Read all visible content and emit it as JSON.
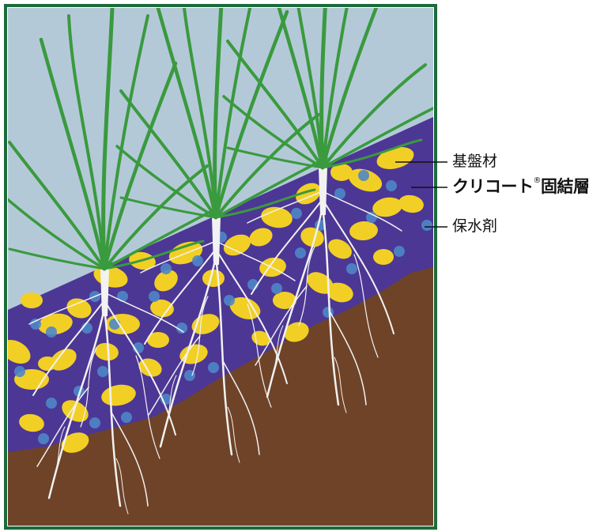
{
  "labels": {
    "substrate": "基盤材",
    "layer_name": "クリコート",
    "layer_registered": "®",
    "layer_suffix": "固結層",
    "water_retainer": "保水剤"
  },
  "colors": {
    "frame": "#1d6a3c",
    "sky": "#b4c9d8",
    "layer": "#4c3795",
    "soil": "#6f4328",
    "substrate": "#f2cf25",
    "water_retainer": "#4f86c6",
    "grass": "#3a9a3e",
    "root": "#f2f2f2"
  }
}
